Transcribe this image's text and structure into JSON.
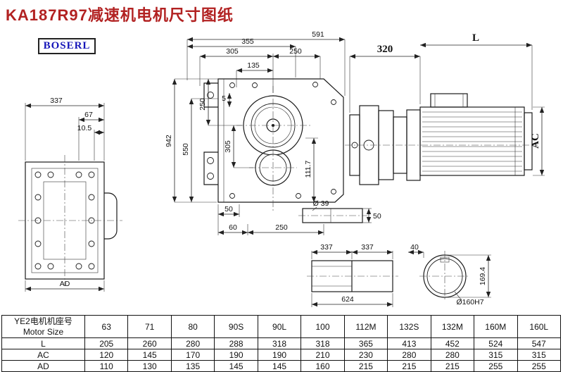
{
  "page": {
    "title": "KA187R97减速机电机尺寸图纸",
    "logo": "BOSERL"
  },
  "dims": {
    "left": {
      "w337": "337",
      "w67": "67",
      "w105": "10.5",
      "ad": "AD"
    },
    "center": {
      "t591": "591",
      "t355": "355",
      "t305": "305",
      "t250": "250",
      "t135": "135",
      "v942": "942",
      "v550": "550",
      "v250": "250",
      "v5": "5",
      "v305": "305",
      "v1117": "111.7",
      "b50": "50",
      "b60": "60",
      "b250": "250",
      "shaft_dia": "Ø 39",
      "r50": "50"
    },
    "motor": {
      "w320": "320",
      "len": "L",
      "ac": "AC"
    },
    "shaft": {
      "a337": "337",
      "b337": "337",
      "total": "624",
      "w40": "40"
    },
    "end": {
      "height": "169.4",
      "bore": "Ø160H7"
    }
  },
  "table": {
    "header_cn": "YE2电机机座号",
    "header_en": "Motor Size",
    "sizes": [
      "63",
      "71",
      "80",
      "90S",
      "90L",
      "100",
      "112M",
      "132S",
      "132M",
      "160M",
      "160L"
    ],
    "rows": [
      {
        "label": "L",
        "values": [
          "205",
          "260",
          "280",
          "288",
          "318",
          "318",
          "365",
          "413",
          "452",
          "524",
          "547"
        ]
      },
      {
        "label": "AC",
        "values": [
          "120",
          "145",
          "170",
          "190",
          "190",
          "210",
          "230",
          "280",
          "280",
          "315",
          "315"
        ]
      },
      {
        "label": "AD",
        "values": [
          "110",
          "130",
          "135",
          "145",
          "145",
          "160",
          "215",
          "215",
          "215",
          "255",
          "255"
        ]
      }
    ]
  }
}
